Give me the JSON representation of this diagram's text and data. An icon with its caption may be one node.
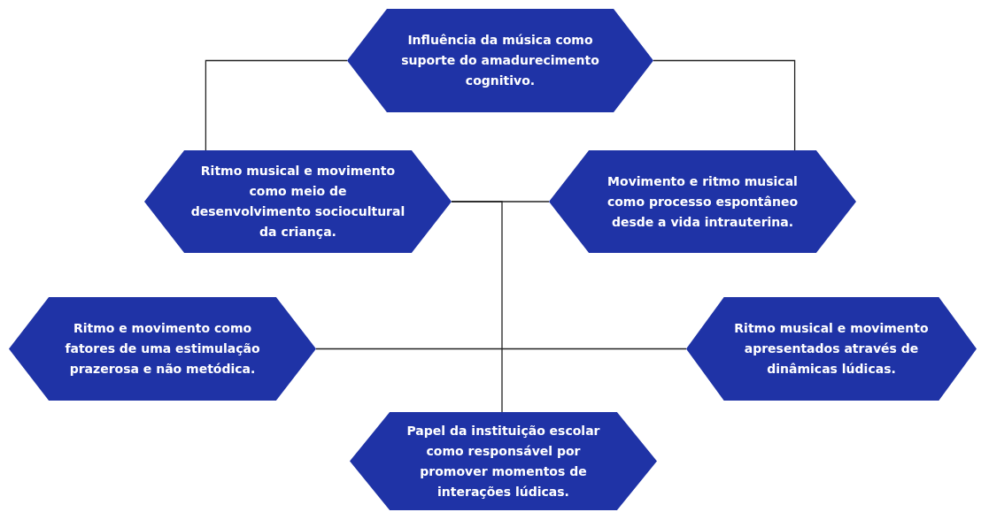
{
  "diagram": {
    "nodes": [
      {
        "text": [
          "Influência da música como suporte do amadurecimento cognitivo."
        ]
      },
      {
        "text": [
          "Ritmo musical e movimento como meio de desenvolvimento sociocultural da criança."
        ]
      },
      {
        "text": [
          "Movimento e ritmo musical como processo espontâneo desde a vida intrauterina."
        ]
      },
      {
        "text": [
          "Ritmo e movimento como fatores de uma estimulação prazerosa e não metódica."
        ]
      },
      {
        "text": [
          "Ritmo musical e movimento apresentados através de dinâmicas lúdicas."
        ]
      },
      {
        "text": [
          "Papel da instituição escolar como responsável por promover momentos de interações lúdicas."
        ]
      }
    ],
    "edges": [
      {
        "from": 0,
        "to": 1,
        "arrow": "none"
      },
      {
        "from": 0,
        "to": 2,
        "arrow": "none"
      },
      {
        "from": 1,
        "to": 2,
        "arrow": "none"
      },
      {
        "from": 1,
        "to": 5,
        "arrow": "none"
      },
      {
        "from": 3,
        "to": 4,
        "arrow": "none"
      }
    ]
  }
}
